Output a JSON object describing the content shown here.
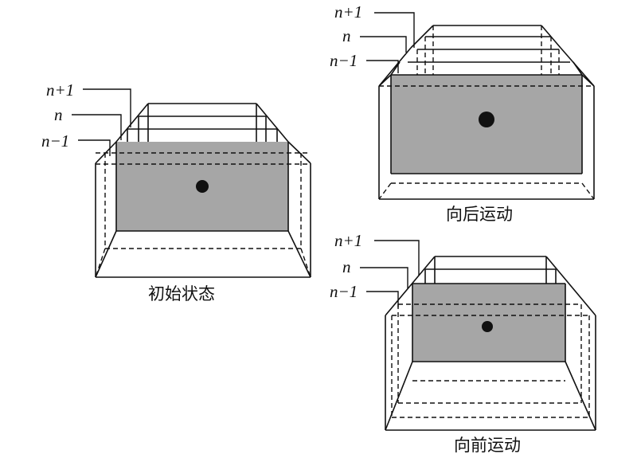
{
  "panels": {
    "initial": {
      "caption": "初始状态",
      "labels": [
        "n+1",
        "n",
        "n−1"
      ]
    },
    "backward": {
      "caption": "向后运动",
      "labels": [
        "n+1",
        "n",
        "n−1"
      ]
    },
    "forward": {
      "caption": "向前运动",
      "labels": [
        "n+1",
        "n",
        "n−1"
      ]
    }
  },
  "colors": {
    "slab_fill": "#a6a6a6",
    "line": "#111111",
    "marker": "#111111"
  }
}
